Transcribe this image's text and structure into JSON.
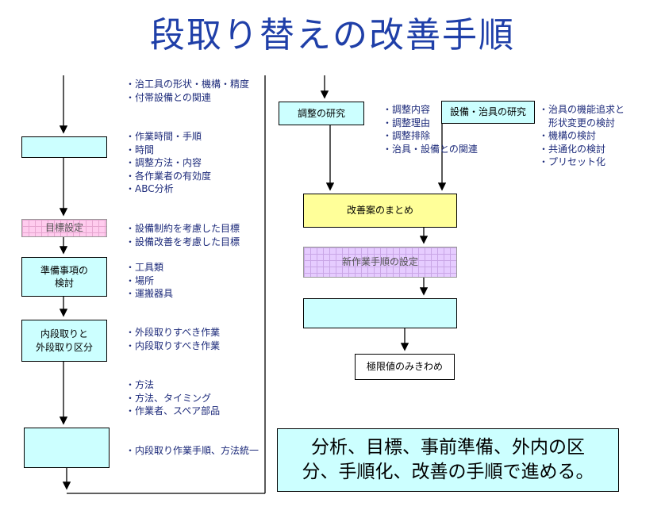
{
  "title": "段取り替えの改善手順",
  "left_flow": {
    "box1": "",
    "box2": "目標設定",
    "box3": "準備事項の\n検討",
    "box4": "内段取りと\n外段取り区分",
    "box5": ""
  },
  "left_notes": {
    "group1": [
      "・治工具の形状・機構・精度",
      "・付帯設備との関連"
    ],
    "group2": [
      "・作業時間・手順",
      "・時間",
      "・調整方法・内容",
      "・各作業者の有効度",
      "・ABC分析"
    ],
    "group3": [
      "・設備制約を考慮した目標",
      "・設備改善を考慮した目標"
    ],
    "group4": [
      "・工具類",
      "・場所",
      "・運搬器具"
    ],
    "group5": [
      "・外段取りすべき作業",
      "・内段取りすべき作業"
    ],
    "group6": [
      "・方法",
      "・方法、タイミング",
      "・作業者、スペア部品"
    ],
    "group7": [
      "・内段取り作業手順、方法統一"
    ]
  },
  "right_flow": {
    "adjust_study": "調整の研究",
    "equipment_study": "設備・治具の研究",
    "summary_plan": "改善案のまとめ",
    "new_procedure": "新作業手順の設定",
    "blank_box": "",
    "limit": "極限値のみきわめ"
  },
  "right_notes": {
    "adjust": [
      "・調整内容",
      "・調整理由",
      "・調整排除",
      "・治具・設備との関連"
    ],
    "equipment": [
      "・治具の機能追求と",
      "　形状変更の検討",
      "・機構の検討",
      "・共通化の検討",
      "・プリセット化"
    ]
  },
  "summary": "分析、目標、事前準備、外内の区\n分、手順化、改善の手順で進める。",
  "colors": {
    "title": "#1f3fa8",
    "cyan_box": "#ccffff",
    "pink_box": "#ffccee",
    "lilac_box": "#e6ccff",
    "yellow_box": "#ffff99",
    "note_text": "#1c2a7a"
  }
}
